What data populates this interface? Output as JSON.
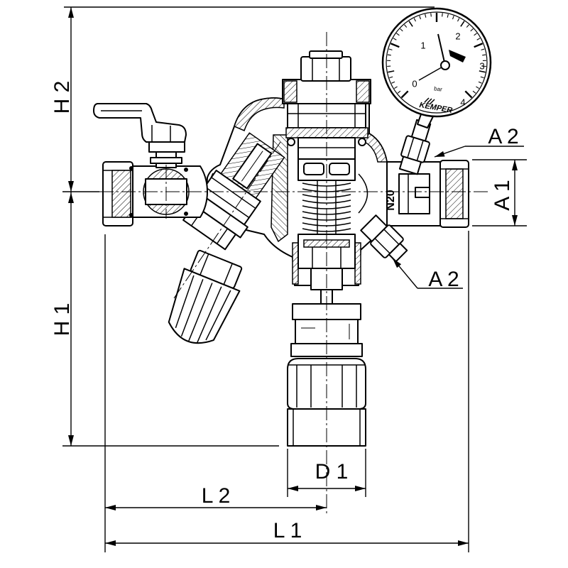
{
  "dimensions": {
    "h2": "H 2",
    "h1": "H 1",
    "a1": "A 1",
    "a2_upper": "A 2",
    "a2_lower": "A 2",
    "d1": "D 1",
    "l2": "L 2",
    "l1": "L 1"
  },
  "gauge": {
    "scale": [
      "0",
      "1",
      "2",
      "3",
      "4"
    ],
    "unit": "bar",
    "brand": "KEMPER"
  },
  "valve": {
    "size_marking": "N20"
  },
  "colors": {
    "line": "#000000",
    "background": "#ffffff"
  }
}
